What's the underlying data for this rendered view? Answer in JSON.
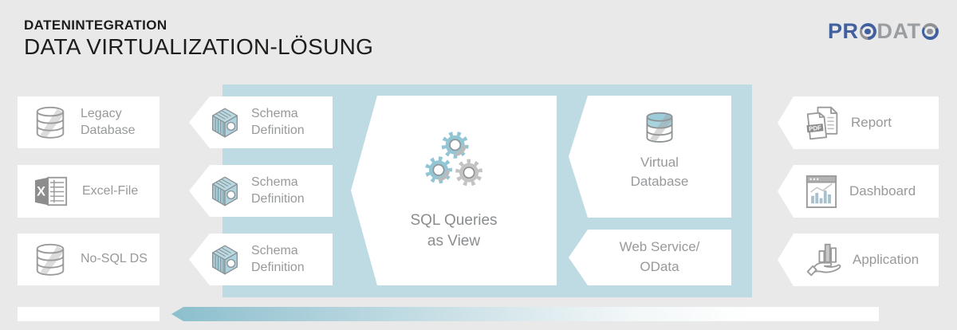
{
  "header": {
    "kicker": "DATENINTEGRATION",
    "title": "DATA VIRTUALIZATION-LÖSUNG"
  },
  "logo": {
    "name": "PRODATO",
    "part1": "PR",
    "part2": "DAT"
  },
  "sources": [
    {
      "line1": "Legacy",
      "line2": "Database",
      "icon": "database-icon"
    },
    {
      "line1": "Excel-File",
      "line2": "",
      "icon": "excel-icon"
    },
    {
      "line1": "No-SQL DS",
      "line2": "",
      "icon": "database-icon"
    }
  ],
  "schema_arrow": {
    "line1": "Schema",
    "line2": "Definition",
    "icon": "schema-cube-icon"
  },
  "engine": {
    "line1": "SQL Queries",
    "line2": "as View",
    "icon": "gears-icon"
  },
  "virtual_database": {
    "line1": "Virtual",
    "line2": "Database",
    "icon": "virtual-database-icon"
  },
  "web_service": {
    "line1": "Web Service/",
    "line2": "OData"
  },
  "consumers": [
    {
      "label": "Report",
      "icon": "pdf-report-icon"
    },
    {
      "label": "Dashboard",
      "icon": "dashboard-icon"
    },
    {
      "label": "Application",
      "icon": "application-icon"
    }
  ],
  "excel_letter": "X",
  "pdf_badge": "PDF",
  "colors": {
    "background": "#e9e9e9",
    "panel_blue": "#bedbe4",
    "accent_teal": "#92c6d5",
    "logo_blue": "#40609e",
    "logo_gray": "#8f9396",
    "text_gray": "#97999b",
    "text_dark": "#1d1d1b",
    "flow_gradient_start": "#8bbfcc"
  }
}
